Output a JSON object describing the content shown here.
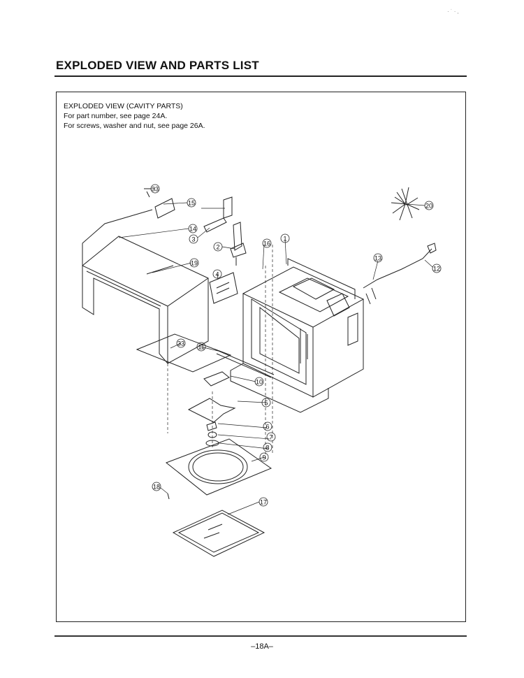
{
  "page": {
    "title": "EXPLODED VIEW AND PARTS LIST",
    "page_number": "–18A–"
  },
  "header": {
    "heading": "EXPLODED VIEW (CAVITY PARTS)",
    "line1": "For part number, see page 24A.",
    "line2": "For screws, washer and nut, see page 26A."
  },
  "callouts": {
    "c1": "1",
    "c2": "2",
    "c3": "3",
    "c4": "4",
    "c5": "5",
    "c6": "6",
    "c7": "7",
    "c8": "8",
    "c9": "9",
    "c10": "10",
    "c11": "11",
    "c12": "12",
    "c13": "13",
    "c14": "14",
    "c15": "15",
    "c16": "16",
    "c17": "17",
    "c18": "18",
    "c19": "19",
    "c20": "20",
    "c33a": "33",
    "c33b": "33"
  }
}
